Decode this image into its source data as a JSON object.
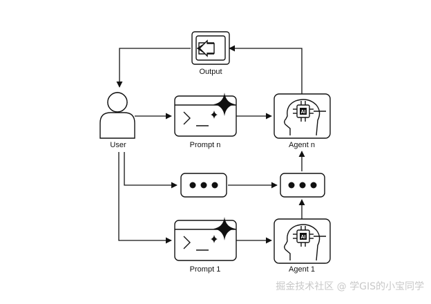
{
  "labels": {
    "output": "Output",
    "user": "User",
    "prompt_n": "Prompt n",
    "agent_n": "Agent n",
    "prompt_1": "Prompt 1",
    "agent_1": "Agent 1"
  },
  "chip_text": "AI",
  "watermark": "掘金技术社区 @ 学GIS的小宝同学",
  "colors": {
    "stroke": "#111111",
    "fill": "#ffffff",
    "watermark": "#c8c8c8"
  }
}
